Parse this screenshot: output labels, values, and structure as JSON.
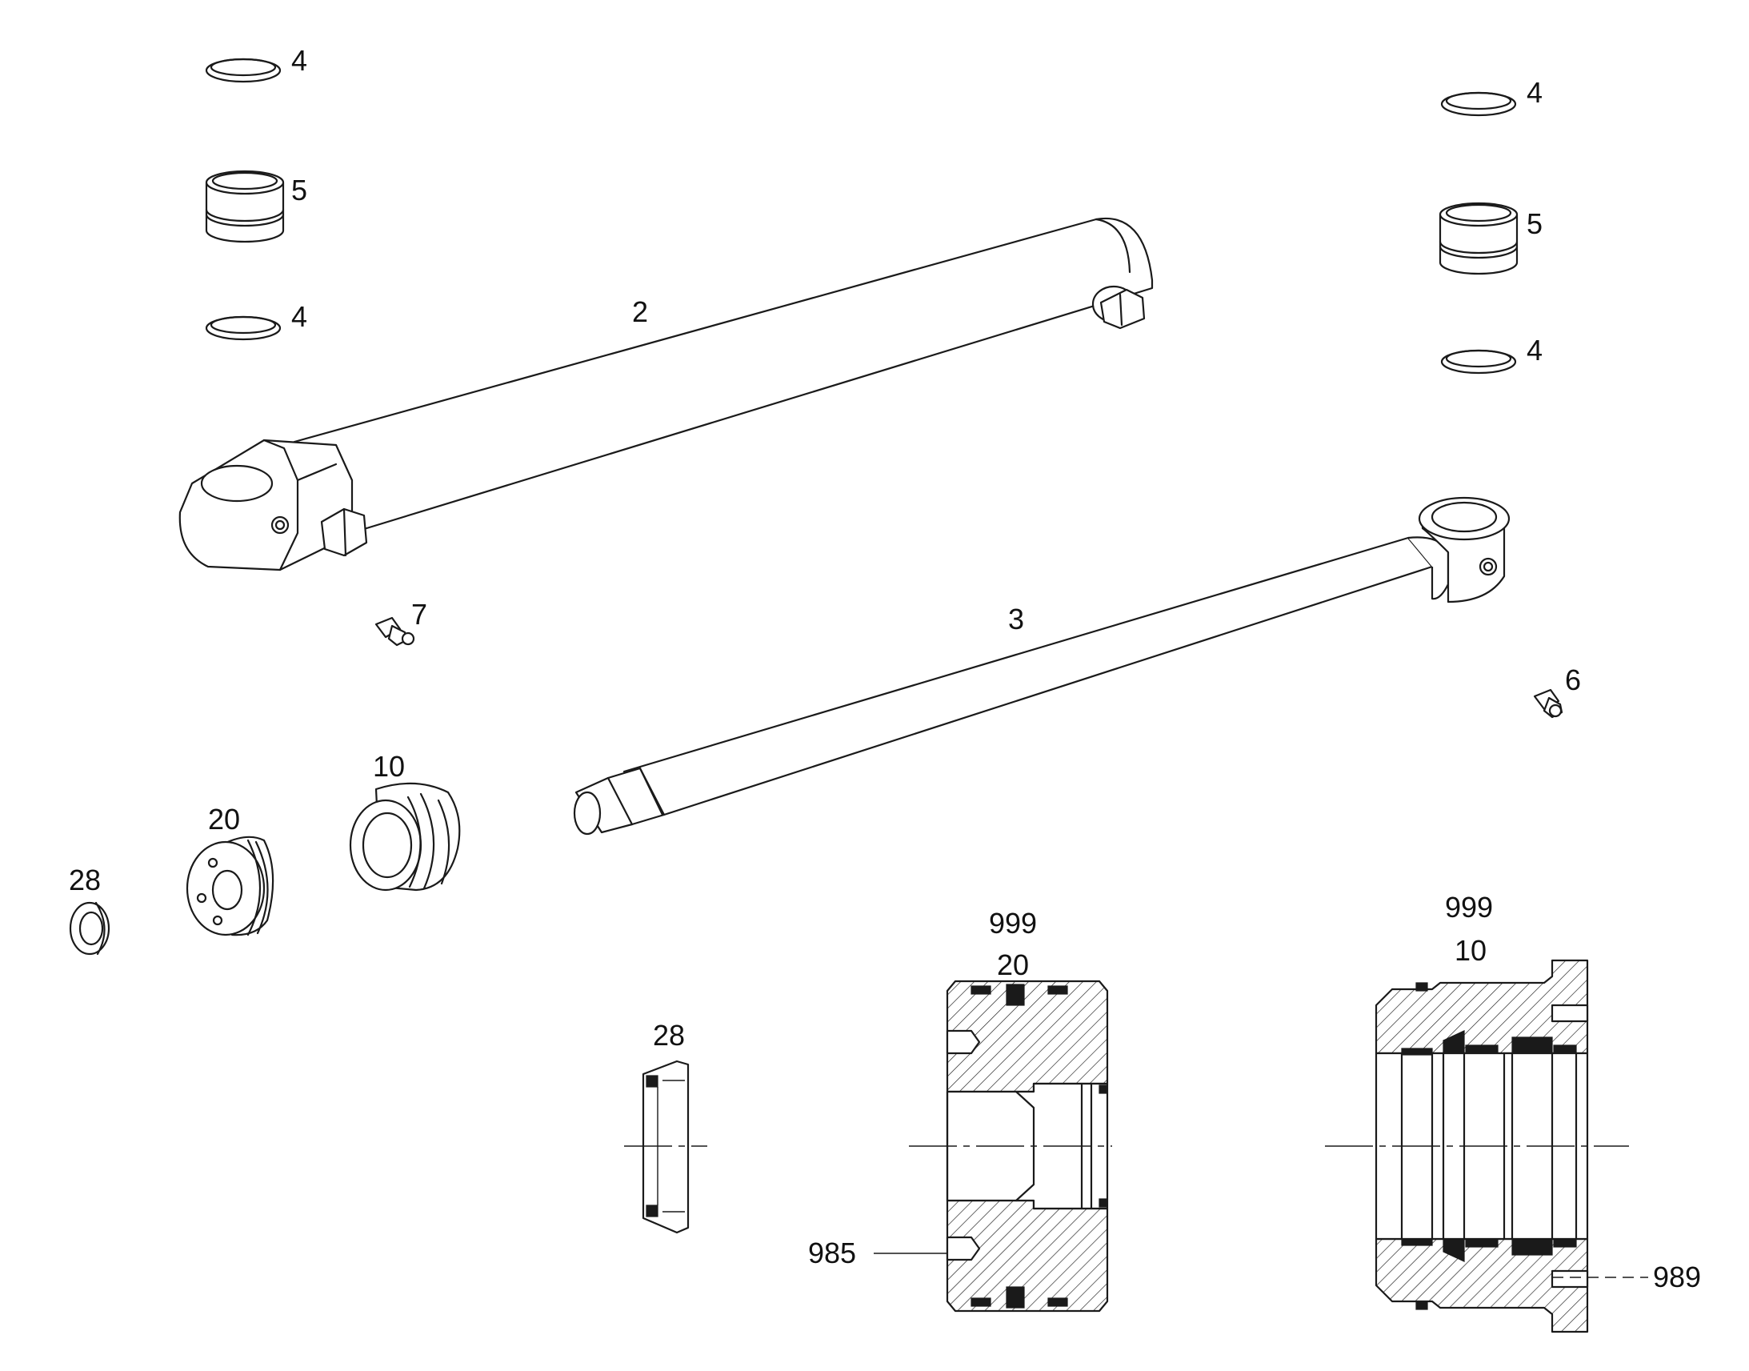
{
  "labels": {
    "ring_top_left": "4",
    "bushing_left": "5",
    "ring_mid_left": "4",
    "cylinder_tube": "2",
    "ring_top_right": "4",
    "bushing_right": "5",
    "ring_mid_right": "4",
    "piston_rod": "3",
    "grease_nipple_left": "7",
    "grease_nipple_right": "6",
    "gland": "10",
    "piston": "20",
    "wiper": "28",
    "section_wiper": "28",
    "section_piston_kit": "999",
    "section_piston": "20",
    "section_gland_kit": "999",
    "section_gland": "10",
    "callout_985": "985",
    "callout_989": "989"
  }
}
